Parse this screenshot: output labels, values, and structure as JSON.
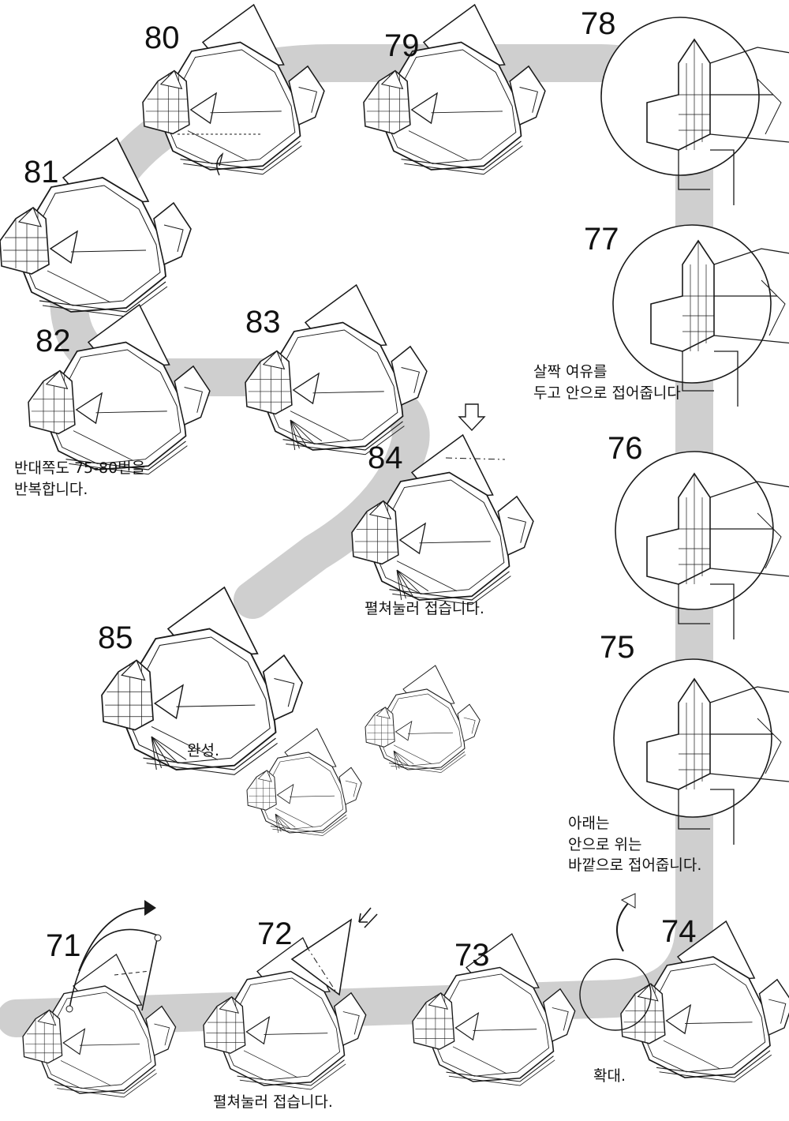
{
  "steps": {
    "s71": "71",
    "s72": "72",
    "s73": "73",
    "s74": "74",
    "s75": "75",
    "s76": "76",
    "s77": "77",
    "s78": "78",
    "s79": "79",
    "s80": "80",
    "s81": "81",
    "s82": "82",
    "s83": "83",
    "s84": "84",
    "s85": "85"
  },
  "captions": {
    "repeat_other_side_line1": "반대쪽도 75-80번을",
    "repeat_other_side_line2": "반복합니다.",
    "squash_fold_84": "펼쳐눌러 접습니다.",
    "finished": "완성.",
    "inside_fold_77_line1": "살짝 여유를",
    "inside_fold_77_line2": "두고 안으로 접어줍니다",
    "fold_75_line1": "아래는",
    "fold_75_line2": "안으로 위는",
    "fold_75_line3": "바깥으로 접어줍니다.",
    "enlarge": "확대.",
    "squash_fold_72": "펼쳐눌러 접습니다."
  },
  "colors": {
    "path_band": "#cfcfcf",
    "line": "#1a1a1a",
    "paper": "#ffffff"
  }
}
